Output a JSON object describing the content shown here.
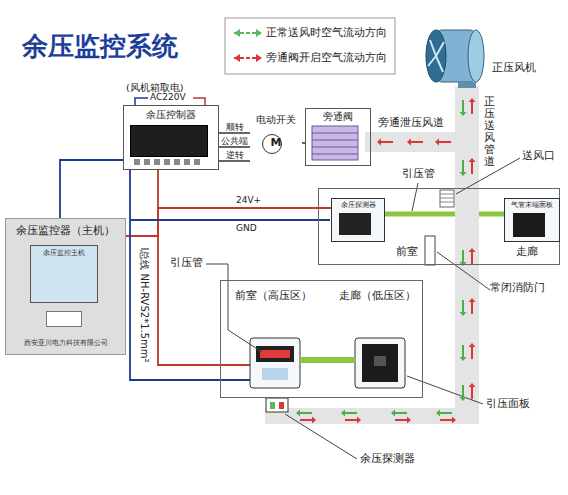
{
  "diagram": {
    "title": "余压监控系统",
    "nodes": [
      {
        "text": [
          "余压控制器"
        ]
      },
      {
        "text": [
          "旁通阀"
        ]
      },
      {
        "text": [
          "电动开关",
          "M"
        ]
      },
      {
        "text": [
          "余压监控器（主机）",
          "余压监控主机",
          "西安亚川电力科技有限公司"
        ]
      },
      {
        "text": [
          "前室",
          "走廊"
        ]
      },
      {
        "text": [
          "余压探测器"
        ],
        "in": 4
      },
      {
        "text": [
          "气管末端面板"
        ],
        "in": 4
      },
      {
        "text": [
          "前室（高压区）",
          "走廊（低压区）"
        ]
      }
    ],
    "edges": [
      {
        "from": 0,
        "to": 2,
        "label": "顺转",
        "arrow": "none"
      },
      {
        "from": 0,
        "to": 2,
        "label": "公共端",
        "arrow": "none"
      },
      {
        "from": 0,
        "to": 2,
        "label": "逆转",
        "arrow": "none"
      },
      {
        "from": 2,
        "to": 1,
        "arrow": "none"
      },
      {
        "from": 3,
        "to": 0,
        "arrow": "none"
      },
      {
        "from": 3,
        "to": 5,
        "arrow": "none"
      },
      {
        "from": 5,
        "to": 6,
        "arrow": "none"
      }
    ],
    "labels": [
      "(风机箱取电)",
      "AC220V",
      "旁通泄压风道",
      "正压送风管道",
      "送风口",
      "引压管",
      "24V+",
      "GND",
      "常闭消防门",
      "I总线 NH-RVS2*1.5mm²",
      "引压管",
      "引压面板",
      "余压探测器",
      "正压风机"
    ],
    "legend": [
      {
        "text": "正常送风时空气流动方向"
      },
      {
        "text": "旁通阀开启空气流动方向"
      }
    ]
  }
}
